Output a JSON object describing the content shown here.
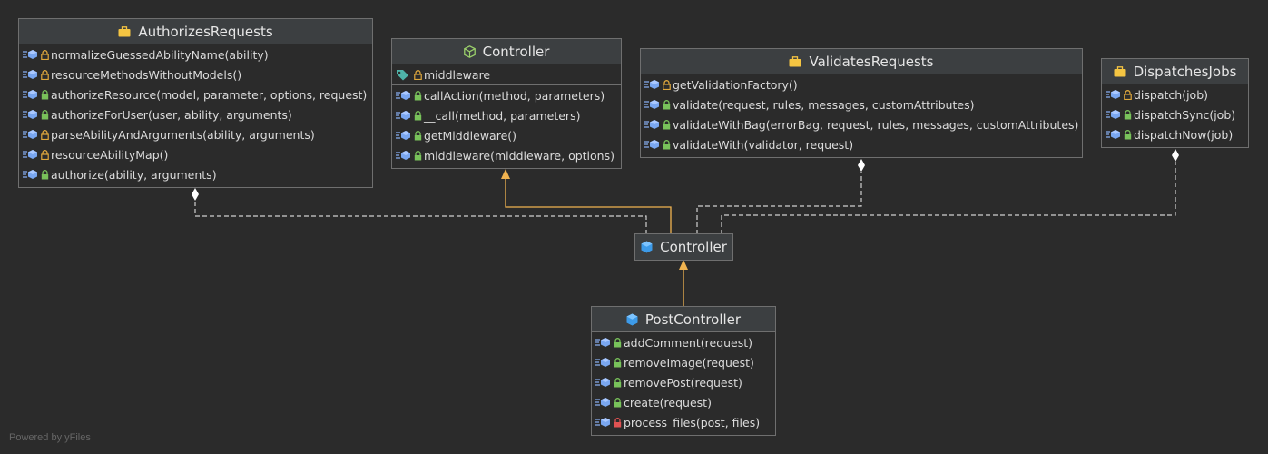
{
  "footer": {
    "text": "Powered by yFiles"
  },
  "colors": {
    "background": "#2b2b2b",
    "header": "#3c3f41",
    "border": "#6f6f6f",
    "inheritance": "#f0b350",
    "dependency": "#cfcfcf",
    "lock_public": "#78c25a",
    "lock_protected": "#e0a83c",
    "lock_private": "#e05252"
  },
  "nodes": {
    "authorizes": {
      "title": "AuthorizesRequests",
      "icon": "trait-icon",
      "methods": [
        {
          "name": "normalizeGuessedAbilityName(ability)",
          "access": "protected"
        },
        {
          "name": "resourceMethodsWithoutModels()",
          "access": "protected"
        },
        {
          "name": "authorizeResource(model, parameter, options, request)",
          "access": "public"
        },
        {
          "name": "authorizeForUser(user, ability, arguments)",
          "access": "public"
        },
        {
          "name": "parseAbilityAndArguments(ability, arguments)",
          "access": "protected"
        },
        {
          "name": "resourceAbilityMap()",
          "access": "protected"
        },
        {
          "name": "authorize(ability, arguments)",
          "access": "public"
        }
      ]
    },
    "base_controller": {
      "title": "Controller",
      "icon": "abstract-class-icon",
      "fields": [
        {
          "name": "middleware",
          "access": "protected"
        }
      ],
      "methods": [
        {
          "name": "callAction(method, parameters)",
          "access": "public"
        },
        {
          "name": "__call(method, parameters)",
          "access": "public"
        },
        {
          "name": "getMiddleware()",
          "access": "public"
        },
        {
          "name": "middleware(middleware, options)",
          "access": "public"
        }
      ]
    },
    "validates": {
      "title": "ValidatesRequests",
      "icon": "trait-icon",
      "methods": [
        {
          "name": "getValidationFactory()",
          "access": "protected"
        },
        {
          "name": "validate(request, rules, messages, customAttributes)",
          "access": "public"
        },
        {
          "name": "validateWithBag(errorBag, request, rules, messages, customAttributes)",
          "access": "public"
        },
        {
          "name": "validateWith(validator, request)",
          "access": "public"
        }
      ]
    },
    "dispatches": {
      "title": "DispatchesJobs",
      "icon": "trait-icon",
      "methods": [
        {
          "name": "dispatch(job)",
          "access": "protected"
        },
        {
          "name": "dispatchSync(job)",
          "access": "public"
        },
        {
          "name": "dispatchNow(job)",
          "access": "public"
        }
      ]
    },
    "app_controller": {
      "title": "Controller",
      "icon": "class-icon"
    },
    "post_controller": {
      "title": "PostController",
      "icon": "class-icon",
      "methods": [
        {
          "name": "addComment(request)",
          "access": "public"
        },
        {
          "name": "removeImage(request)",
          "access": "public"
        },
        {
          "name": "removePost(request)",
          "access": "public"
        },
        {
          "name": "create(request)",
          "access": "public"
        },
        {
          "name": "process_files(post, files)",
          "access": "private"
        }
      ]
    }
  }
}
